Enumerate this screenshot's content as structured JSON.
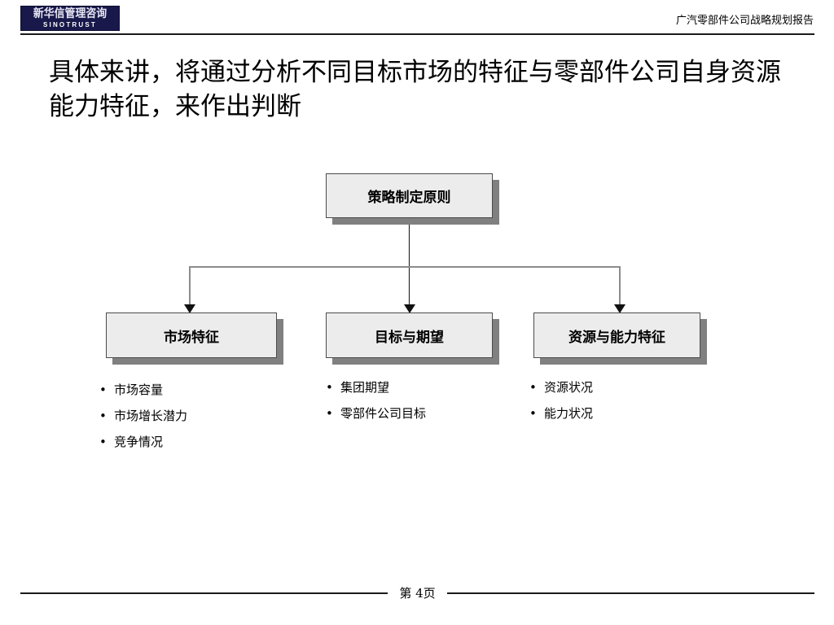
{
  "header": {
    "logo_cn": "新华信管理咨询",
    "logo_en": "SINOTRUST",
    "report_title": "广汽零部件公司战略规划报告"
  },
  "title": "具体来讲，将通过分析不同目标市场的特征与零部件公司自身资源能力特征，来作出判断",
  "diagram": {
    "root": {
      "label": "策略制定原则"
    },
    "children": [
      {
        "label": "市场特征",
        "bullets": [
          "市场容量",
          "市场增长潜力",
          "竞争情况"
        ]
      },
      {
        "label": "目标与期望",
        "bullets": [
          "集团期望",
          "零部件公司目标"
        ]
      },
      {
        "label": "资源与能力特征",
        "bullets": [
          "资源状况",
          "能力状况"
        ]
      }
    ],
    "bullet_glyph": "•",
    "colors": {
      "box_fill": "#ececec",
      "box_border": "#4a4a4a",
      "box_shadow": "#808080",
      "connector": "#8c8c8c",
      "connector_stem": "#2b2b2b"
    }
  },
  "footer": {
    "page_label": "第 4页"
  }
}
